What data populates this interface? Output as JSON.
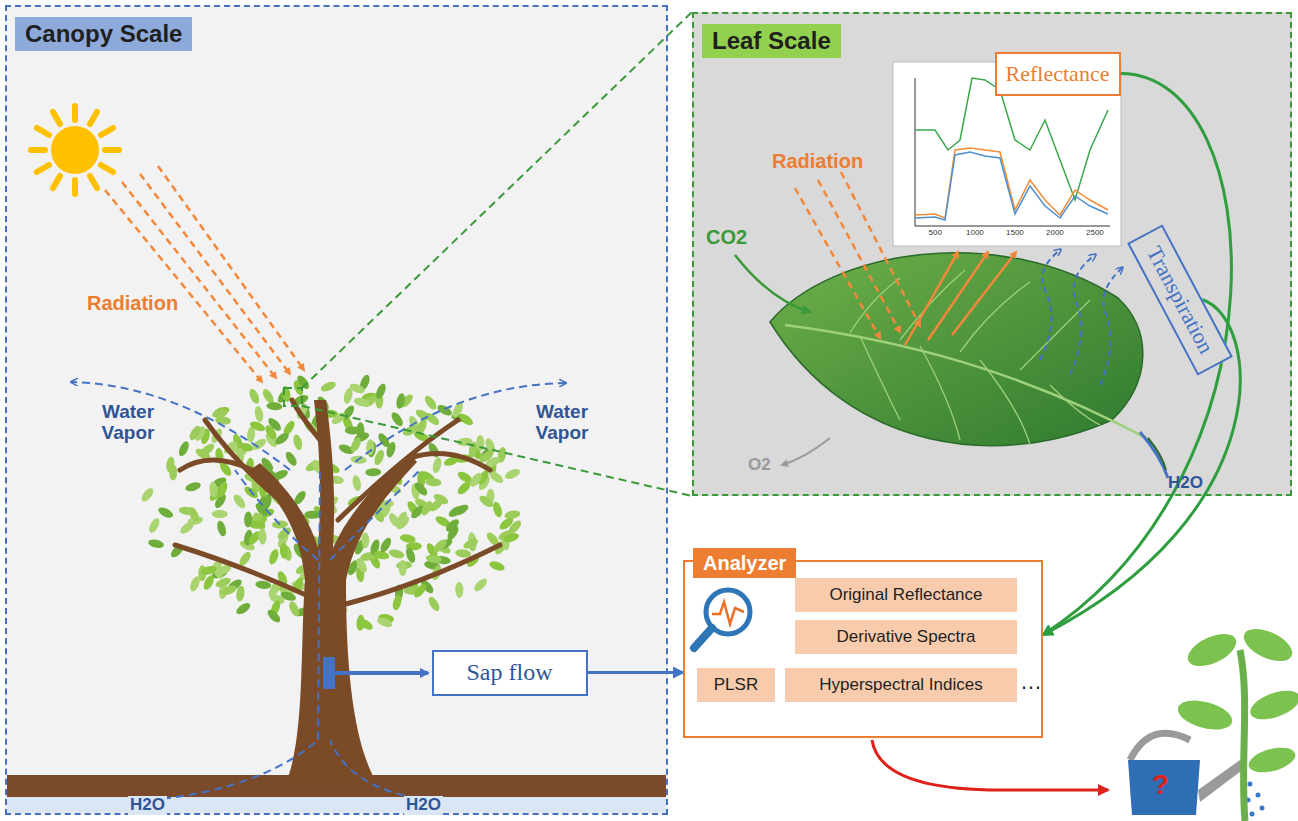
{
  "diagram": {
    "nodes": [
      {
        "text": [
          "Canopy Scale"
        ]
      },
      {
        "text": [
          "Sap flow"
        ],
        "in": 0
      },
      {
        "text": [
          "Leaf Scale"
        ]
      },
      {
        "text": [
          "Reflectance"
        ],
        "in": 2
      },
      {
        "text": [
          "Transpiration"
        ],
        "in": 2
      },
      {
        "text": [
          "Analyzer"
        ]
      },
      {
        "text": [
          "Original Reflectance"
        ],
        "in": 5
      },
      {
        "text": [
          "Derivative Spectra"
        ],
        "in": 5
      },
      {
        "text": [
          "PLSR"
        ],
        "in": 5
      },
      {
        "text": [
          "Hyperspectral Indices"
        ],
        "in": 5
      }
    ],
    "edges": [
      {
        "from": 1,
        "to": 5,
        "arrow": "to"
      },
      {
        "from": 3,
        "to": 5,
        "arrow": "to"
      },
      {
        "from": 4,
        "to": 5,
        "arrow": "to"
      }
    ],
    "labels": [
      "Radiation",
      "Water Vapor",
      "Water Vapor",
      "H2O",
      "H2O",
      "Radiation",
      "CO2",
      "O2",
      "H2O",
      "500",
      "1000",
      "1500",
      "2000",
      "2500",
      "…",
      "?"
    ]
  }
}
